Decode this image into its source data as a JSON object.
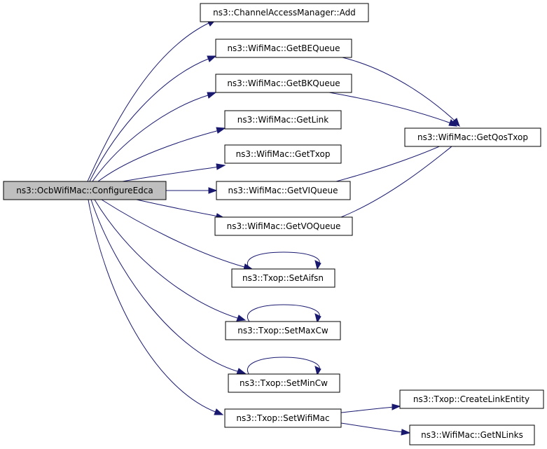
{
  "nodes": {
    "root": "ns3::OcbWifiMac::ConfigureEdca",
    "cam_add": "ns3::ChannelAccessManager::Add",
    "get_be": "ns3::WifiMac::GetBEQueue",
    "get_bk": "ns3::WifiMac::GetBKQueue",
    "get_link": "ns3::WifiMac::GetLink",
    "get_txop": "ns3::WifiMac::GetTxop",
    "get_vi": "ns3::WifiMac::GetVIQueue",
    "get_vo": "ns3::WifiMac::GetVOQueue",
    "set_aifsn": "ns3::Txop::SetAifsn",
    "set_maxcw": "ns3::Txop::SetMaxCw",
    "set_mincw": "ns3::Txop::SetMinCw",
    "set_wifimac": "ns3::Txop::SetWifiMac",
    "get_qos": "ns3::WifiMac::GetQosTxop",
    "create_link": "ns3::Txop::CreateLinkEntity",
    "get_nlinks": "ns3::WifiMac::GetNLinks"
  },
  "edges": [
    [
      "root",
      "cam_add"
    ],
    [
      "root",
      "get_be"
    ],
    [
      "root",
      "get_bk"
    ],
    [
      "root",
      "get_link"
    ],
    [
      "root",
      "get_txop"
    ],
    [
      "root",
      "get_vi"
    ],
    [
      "root",
      "get_vo"
    ],
    [
      "root",
      "set_aifsn"
    ],
    [
      "root",
      "set_maxcw"
    ],
    [
      "root",
      "set_mincw"
    ],
    [
      "root",
      "set_wifimac"
    ],
    [
      "get_be",
      "get_qos"
    ],
    [
      "get_bk",
      "get_qos"
    ],
    [
      "get_vi",
      "get_qos"
    ],
    [
      "get_vo",
      "get_qos"
    ],
    [
      "set_aifsn",
      "set_aifsn"
    ],
    [
      "set_maxcw",
      "set_maxcw"
    ],
    [
      "set_mincw",
      "set_mincw"
    ],
    [
      "set_wifimac",
      "create_link"
    ],
    [
      "set_wifimac",
      "get_nlinks"
    ]
  ],
  "colors": {
    "edge": "#191970",
    "root_fill": "#bfbfbf",
    "node_fill": "#ffffff",
    "border": "#000000"
  }
}
